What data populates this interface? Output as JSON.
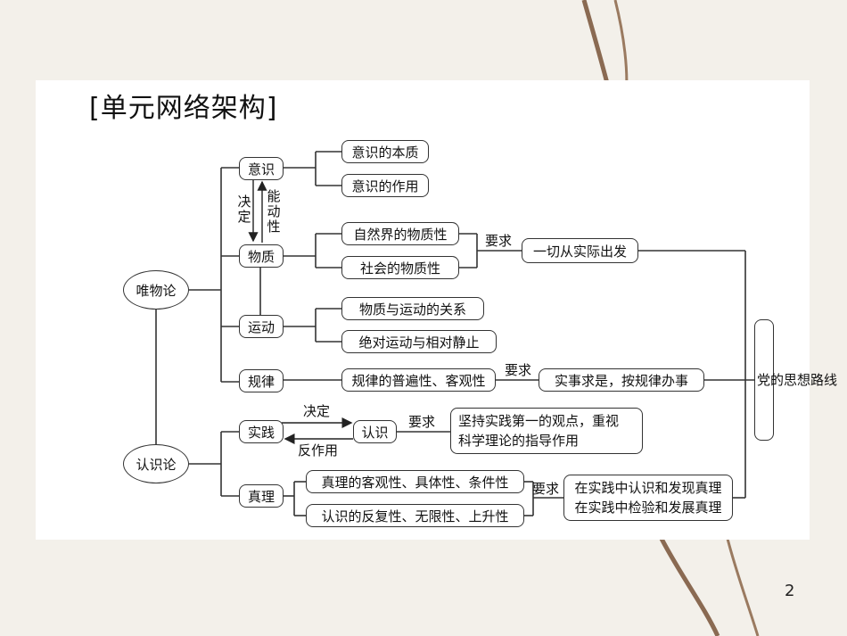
{
  "title": "[单元网络架构]",
  "page_number": "2",
  "nodes": {
    "weiwulun": "唯物论",
    "renshilun": "认识论",
    "yishi": "意识",
    "wuzhi": "物质",
    "yundong": "运动",
    "guilv": "规律",
    "shijian": "实践",
    "zhenli": "真理",
    "yishi_benzhi": "意识的本质",
    "yishi_zuoyong": "意识的作用",
    "ziranjie": "自然界的物质性",
    "shehui": "社会的物质性",
    "wuzhi_yundong": "物质与运动的关系",
    "juedui": "绝对运动与相对静止",
    "guilv_pubian": "规律的普遍性、客观性",
    "renshi": "认识",
    "jianchi_line1": "坚持实践第一的观点，重视",
    "jianchi_line2": "科学理论的指导作用",
    "zhenli_keguan": "真理的客观性、具体性、条件性",
    "renshi_fanfu": "认识的反复性、无限性、上升性",
    "yiqie": "一切从实际出发",
    "shishi": "实事求是，按规律办事",
    "zaishijian_line1": "在实践中认识和发现真理",
    "zaishijian_line2": "在实践中检验和发展真理",
    "dang": "党的思想路线"
  },
  "labels": {
    "jueding_v": "决定",
    "nengdongxing": "能动性",
    "yaoqiu": "要求",
    "jueding_h": "决定",
    "fanzuoyong": "反作用"
  }
}
